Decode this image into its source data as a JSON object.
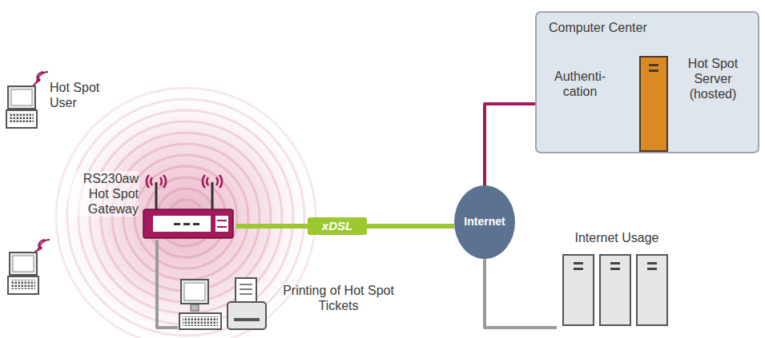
{
  "diagram": {
    "nodes": [
      {
        "text": [
          "Computer Center"
        ]
      },
      {
        "text": [
          "Hot Spot Server (hosted)"
        ],
        "in": 0
      },
      {
        "text": [
          "Hot Spot User"
        ]
      },
      {
        "text": [
          "RS230aw Hot Spot Gateway"
        ]
      },
      {
        "text": [
          "Internet"
        ]
      },
      {
        "text": [
          "Internet Usage"
        ]
      },
      {
        "text": [
          "Printing of Hot Spot Tickets"
        ]
      }
    ],
    "edges": [
      {
        "from": 3,
        "to": 4,
        "label": "xDSL",
        "arrow": "none"
      },
      {
        "from": 4,
        "to": 1,
        "arrow": "none"
      },
      {
        "from": 4,
        "to": 5,
        "arrow": "none"
      },
      {
        "from": 3,
        "to": 6,
        "arrow": "none"
      }
    ],
    "labels": [
      "Authenti- cation"
    ]
  }
}
